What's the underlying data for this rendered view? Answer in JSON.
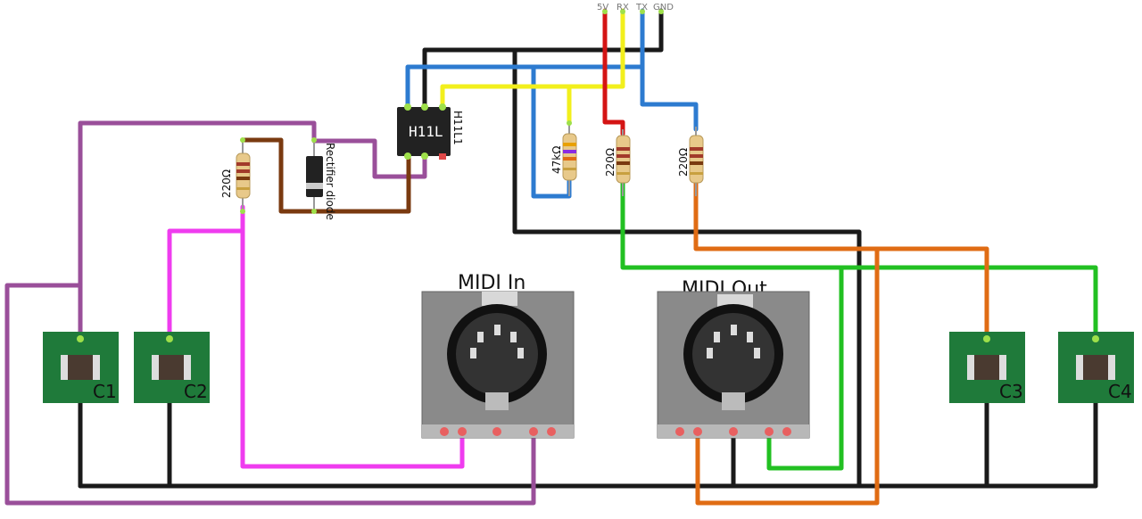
{
  "header_pins": [
    "5V",
    "RX",
    "TX",
    "GND"
  ],
  "ic": {
    "label": "H11L1",
    "marking": "H11L"
  },
  "diode": {
    "label": "Rectifier diode"
  },
  "resistors": {
    "r1": "220Ω",
    "r2": "47kΩ",
    "r3": "220Ω",
    "r4": "220Ω"
  },
  "connectors": {
    "midi_in": "MIDI In",
    "midi_out": "MIDI Out"
  },
  "capacitors": [
    "C1",
    "C2",
    "C3",
    "C4"
  ],
  "colors": {
    "black": "#1a1a1a",
    "purple": "#9a4f9a",
    "magenta": "#ef3cef",
    "brown": "#7a3a10",
    "blue": "#2d7bd0",
    "yellow": "#f2ef1c",
    "red": "#d41414",
    "green": "#22c022",
    "orange": "#e06c14",
    "pcb_green": "#1f7a3a"
  }
}
